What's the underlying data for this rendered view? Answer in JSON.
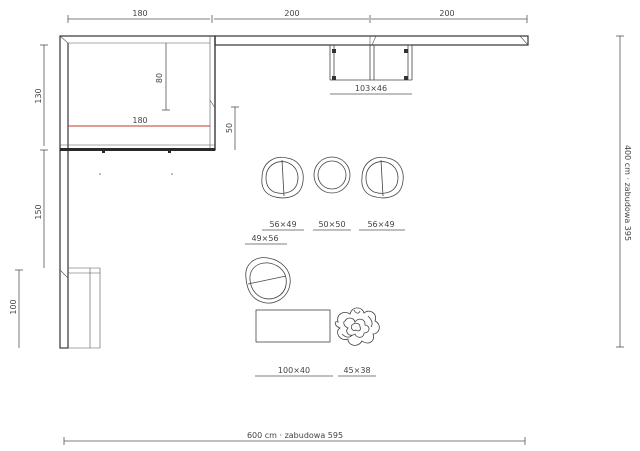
{
  "dims": {
    "top_a": "180",
    "top_b": "200",
    "top_c": "200",
    "left_a": "130",
    "left_b": "150",
    "left_c": "100",
    "inner_80": "80",
    "inner_180": "180",
    "inner_50": "50",
    "table_top": "103×46",
    "chair_1": "56×49",
    "chair_2": "50×50",
    "chair_3": "56×49",
    "chair_4": "49×56",
    "bench": "100×40",
    "plant": "45×38",
    "right_total": "400 cm · zabudowa 395",
    "bottom_total": "600 cm · zabudowa 595"
  },
  "colors": {
    "accent_line": "#c0392b"
  }
}
